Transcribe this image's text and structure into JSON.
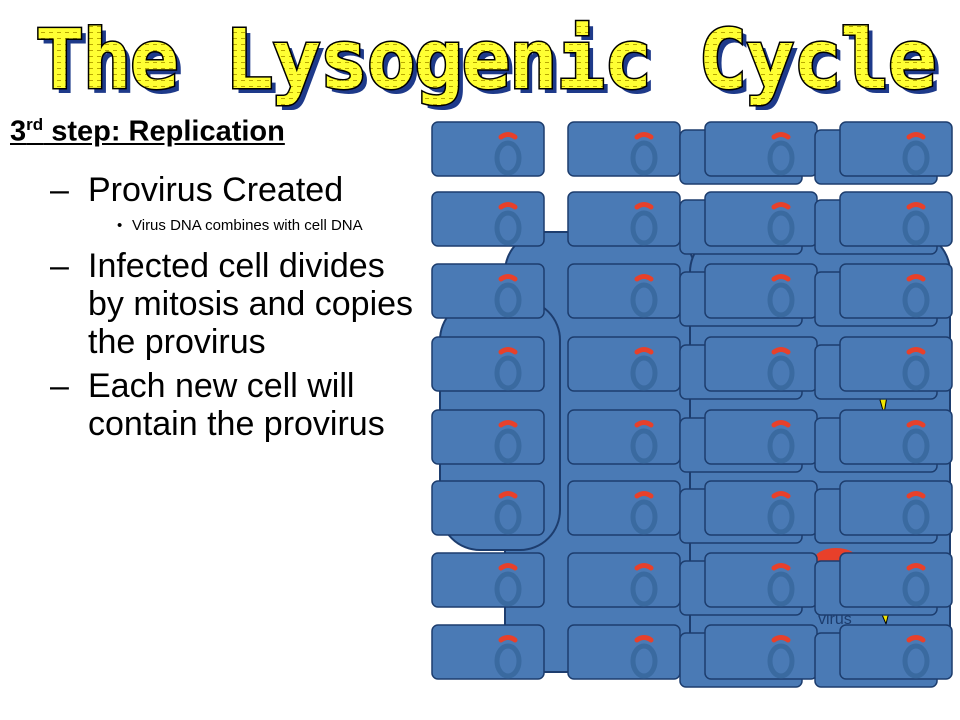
{
  "slide": {
    "title": "The Lysogenic Cycle",
    "step_main": "3",
    "step_sup": "rd",
    "step_rest": " step: Replication",
    "bullets": {
      "b1": "Provirus Created",
      "b1_sub": "Virus DNA combines with cell DNA",
      "b2": "Infected cell divides by mitosis and copies the provirus",
      "b3": "Each new cell will contain the provirus"
    },
    "diagram_label": "virus"
  },
  "colors": {
    "title_fill": "#ffff33",
    "title_shadow": "#1e3a8a",
    "cell_fill": "#4a7ab5",
    "cell_stroke": "#1d3d6e",
    "dna_red": "#e8402a",
    "dna_ring": "#3a6aa0",
    "virus_yellow": "#f2e600"
  }
}
